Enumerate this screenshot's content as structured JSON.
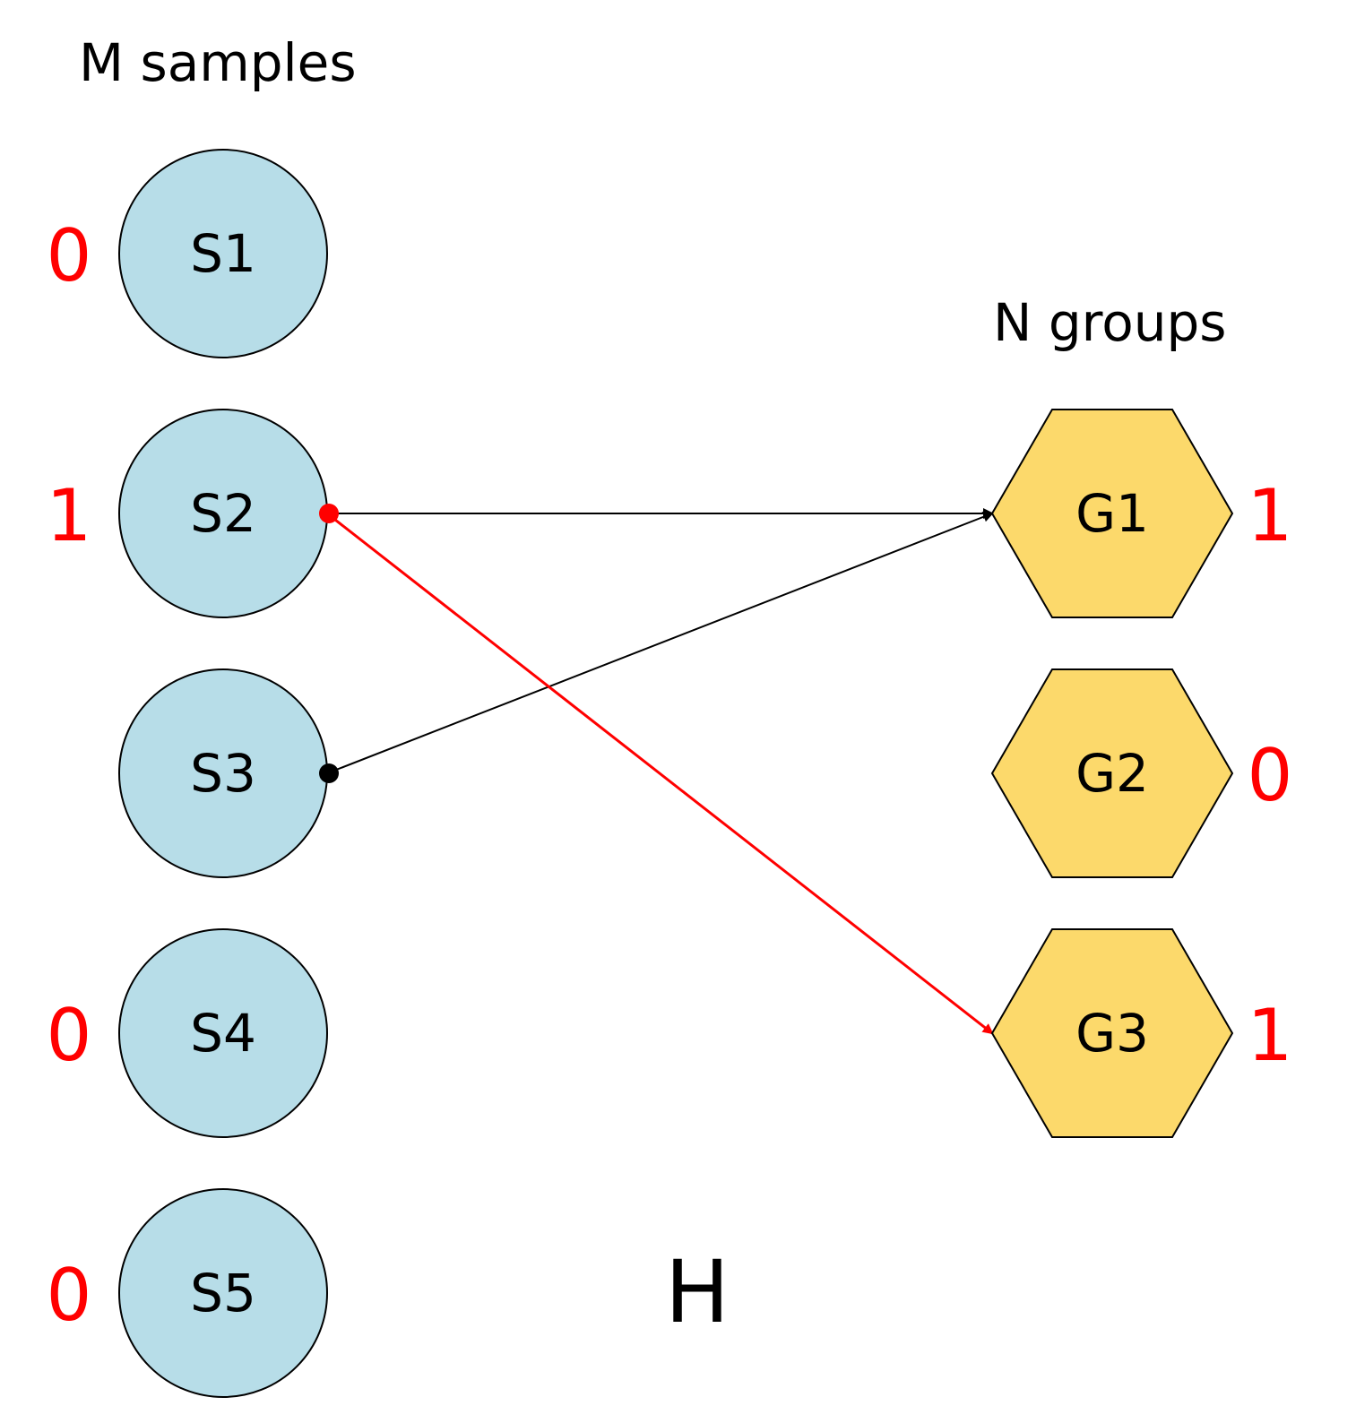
{
  "headings": {
    "samples": "M samples",
    "groups": "N groups"
  },
  "matrix_label": "H",
  "colors": {
    "sample_fill": "#b7dde8",
    "group_fill": "#fcd96b",
    "highlight": "#ff0000",
    "edge": "#000000"
  },
  "samples": [
    {
      "id": "S1",
      "label": "S1",
      "value": "0"
    },
    {
      "id": "S2",
      "label": "S2",
      "value": "1"
    },
    {
      "id": "S3",
      "label": "S3",
      "value": ""
    },
    {
      "id": "S4",
      "label": "S4",
      "value": "0"
    },
    {
      "id": "S5",
      "label": "S5",
      "value": "0"
    }
  ],
  "groups": [
    {
      "id": "G1",
      "label": "G1",
      "value": "1"
    },
    {
      "id": "G2",
      "label": "G2",
      "value": "0"
    },
    {
      "id": "G3",
      "label": "G3",
      "value": "1"
    }
  ],
  "edges": [
    {
      "from": "S2",
      "to": "G1",
      "highlighted": false
    },
    {
      "from": "S3",
      "to": "G1",
      "highlighted": false
    },
    {
      "from": "S2",
      "to": "G3",
      "highlighted": true
    }
  ]
}
